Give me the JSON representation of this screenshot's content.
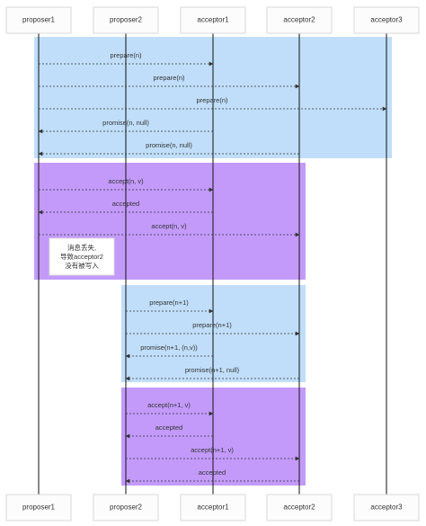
{
  "actors": {
    "a0": "proposer1",
    "a1": "proposer2",
    "a2": "acceptor1",
    "a3": "acceptor2",
    "a4": "acceptor3"
  },
  "messages": {
    "m0": "prepare(n)",
    "m1": "prepare(n)",
    "m2": "prepare(n)",
    "m3": "promise(n, null)",
    "m4": "promise(n, null)",
    "m5": "accept(n, v)",
    "m6": "accepted",
    "m7": "accept(n, v)",
    "m8": "prepare(n+1)",
    "m9": "prepare(n+1)",
    "m10": "promise(n+1, (n,v))",
    "m11": "promise(n+1, null)",
    "m12": "accept(n+1, v)",
    "m13": "accepted",
    "m14": "accept(n+1, v)",
    "m15": "accepted"
  },
  "note": {
    "line1": "消息丢失,",
    "line2": "导致acceptor2",
    "line3": "没有被写入"
  },
  "colors": {
    "prepare_block": "#c0def9",
    "accept_block": "#c39afa",
    "lifeline": "#111111",
    "actor_border": "#d9d9d9"
  }
}
